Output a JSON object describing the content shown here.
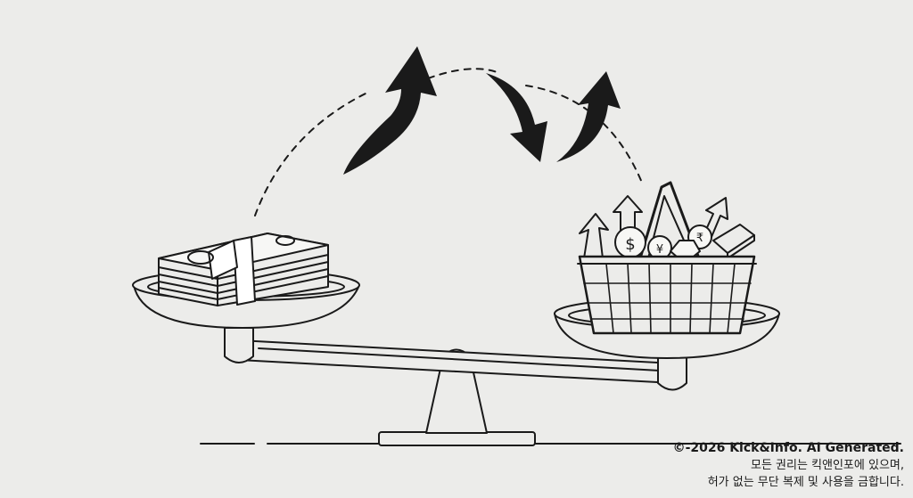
{
  "illustration": {
    "subject": "balance-scale-money-vs-shopping-basket",
    "left_pan_item": "money-stack",
    "right_pan_item": "shopping-basket",
    "basket_symbols": [
      "$",
      "¥",
      "₹"
    ]
  },
  "watermark": {
    "copyright": "©-2026 Kick&Info. AI Generated.",
    "rights_line1": "모든 권리는 킥앤인포에 있으며,",
    "rights_line2": "허가 없는 무단 복제 및 사용을 금합니다."
  },
  "colors": {
    "background": "#ececea",
    "ink": "#1a1a1a"
  }
}
